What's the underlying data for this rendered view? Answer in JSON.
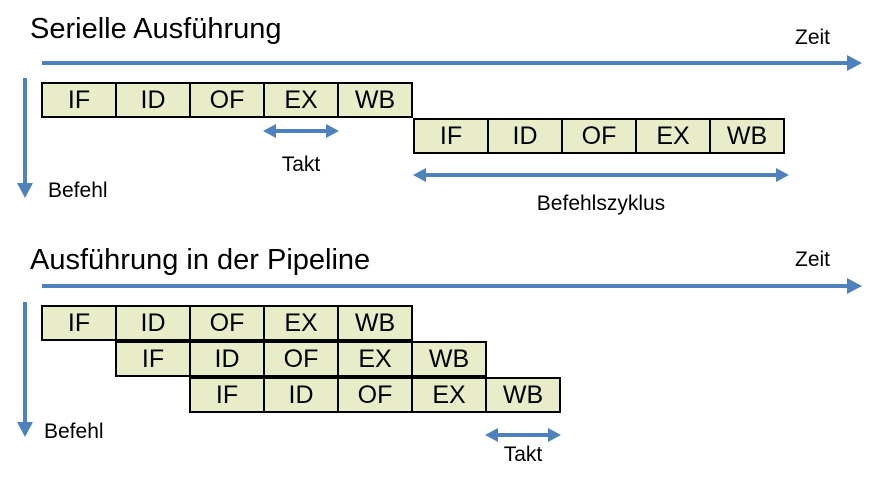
{
  "colors": {
    "accent_blue": "#4f81bd",
    "cell_fill": "#e9ecc8",
    "cell_border": "#000000",
    "text": "#000000"
  },
  "sections": [
    {
      "title": "Serielle Ausführung",
      "time_label": "Zeit",
      "instruction_label": "Befehl",
      "takt_label": "Takt",
      "cycle_label": "Befehlszyklus",
      "rows": [
        [
          "IF",
          "ID",
          "OF",
          "EX",
          "WB"
        ],
        [
          "IF",
          "ID",
          "OF",
          "EX",
          "WB"
        ]
      ]
    },
    {
      "title": "Ausführung in der Pipeline",
      "time_label": "Zeit",
      "instruction_label": "Befehl",
      "takt_label": "Takt",
      "rows": [
        [
          "IF",
          "ID",
          "OF",
          "EX",
          "WB"
        ],
        [
          "IF",
          "ID",
          "OF",
          "EX",
          "WB"
        ],
        [
          "IF",
          "ID",
          "OF",
          "EX",
          "WB"
        ]
      ]
    }
  ]
}
